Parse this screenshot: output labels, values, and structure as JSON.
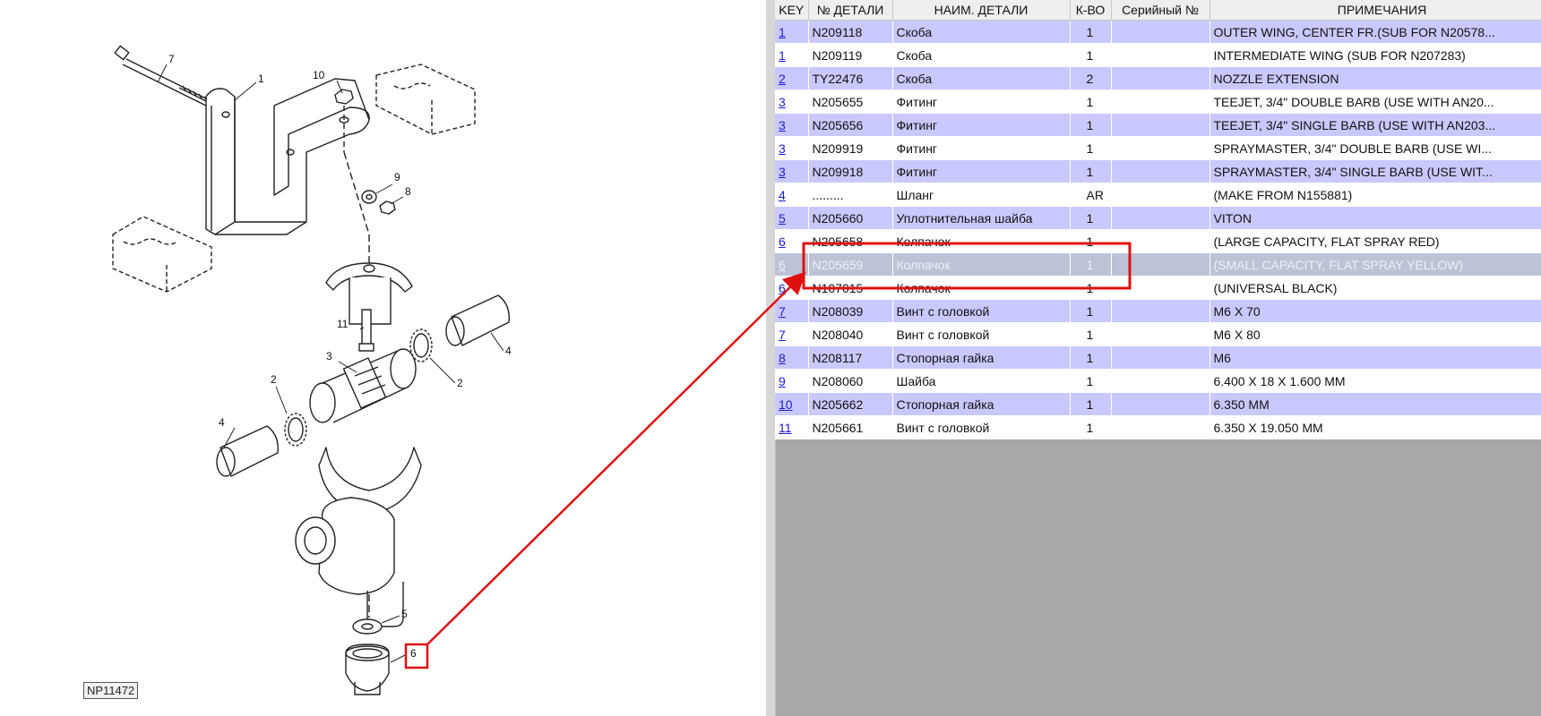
{
  "diagram": {
    "code": "NP11472",
    "callouts": [
      "1",
      "2",
      "2",
      "3",
      "4",
      "4",
      "5",
      "6",
      "7",
      "8",
      "9",
      "10",
      "11"
    ]
  },
  "table": {
    "headers": [
      "KEY",
      "№ ДЕТАЛИ",
      "НАИМ. ДЕТАЛИ",
      "К-ВО",
      "Серийный №",
      "ПРИМЕЧАНИЯ"
    ],
    "rows": [
      {
        "key": "1",
        "part": "N209118",
        "name": "Скоба",
        "qty": "1",
        "serial": "",
        "note": "OUTER WING, CENTER FR.(SUB FOR N20578..."
      },
      {
        "key": "1",
        "part": "N209119",
        "name": "Скоба",
        "qty": "1",
        "serial": "",
        "note": "INTERMEDIATE WING (SUB FOR N207283)"
      },
      {
        "key": "2",
        "part": "TY22476",
        "name": "Скоба",
        "qty": "2",
        "serial": "",
        "note": "NOZZLE EXTENSION"
      },
      {
        "key": "3",
        "part": "N205655",
        "name": "Фитинг",
        "qty": "1",
        "serial": "",
        "note": "TEEJET, 3/4\" DOUBLE BARB (USE WITH AN20..."
      },
      {
        "key": "3",
        "part": "N205656",
        "name": "Фитинг",
        "qty": "1",
        "serial": "",
        "note": "TEEJET, 3/4\" SINGLE BARB (USE WITH AN203..."
      },
      {
        "key": "3",
        "part": "N209919",
        "name": "Фитинг",
        "qty": "1",
        "serial": "",
        "note": "SPRAYMASTER, 3/4\" DOUBLE BARB (USE WI..."
      },
      {
        "key": "3",
        "part": "N209918",
        "name": "Фитинг",
        "qty": "1",
        "serial": "",
        "note": "SPRAYMASTER, 3/4\" SINGLE BARB (USE WIT..."
      },
      {
        "key": "4",
        "part": ".........",
        "name": "Шланг",
        "qty": "AR",
        "serial": "",
        "note": "(MAKE FROM N155881)"
      },
      {
        "key": "5",
        "part": "N205660",
        "name": "Уплотнительная шайба",
        "qty": "1",
        "serial": "",
        "note": "VITON"
      },
      {
        "key": "6",
        "part": "N205658",
        "name": "Колпачок",
        "qty": "1",
        "serial": "",
        "note": "(LARGE CAPACITY, FLAT SPRAY RED)"
      },
      {
        "key": "6",
        "part": "N205659",
        "name": "Колпачок",
        "qty": "1",
        "serial": "",
        "note": "(SMALL CAPACITY, FLAT SPRAY YELLOW)"
      },
      {
        "key": "6",
        "part": "N107015",
        "name": "Колпачок",
        "qty": "1",
        "serial": "",
        "note": "(UNIVERSAL BLACK)"
      },
      {
        "key": "7",
        "part": "N208039",
        "name": "Винт с головкой",
        "qty": "1",
        "serial": "",
        "note": "M6 X 70"
      },
      {
        "key": "7",
        "part": "N208040",
        "name": "Винт с головкой",
        "qty": "1",
        "serial": "",
        "note": "M6 X 80"
      },
      {
        "key": "8",
        "part": "N208117",
        "name": "Стопорная гайка",
        "qty": "1",
        "serial": "",
        "note": "M6"
      },
      {
        "key": "9",
        "part": "N208060",
        "name": "Шайба",
        "qty": "1",
        "serial": "",
        "note": "6.400 X 18 X 1.600 MM"
      },
      {
        "key": "10",
        "part": "N205662",
        "name": "Стопорная гайка",
        "qty": "1",
        "serial": "",
        "note": "6.350 MM"
      },
      {
        "key": "11",
        "part": "N205661",
        "name": "Винт с головкой",
        "qty": "1",
        "serial": "",
        "note": "6.350 X 19.050 MM"
      }
    ],
    "selected_row": 10
  },
  "colors": {
    "row_alt": "#c9c9ff",
    "row_selected": "#bcc3d6",
    "highlight": "#e01010",
    "link": "#1b1bd6",
    "panel_bg": "#a8a8a8"
  }
}
